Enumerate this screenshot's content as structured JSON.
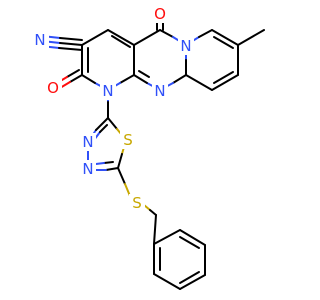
{
  "colors": {
    "carbon": "#000000",
    "nitrogen": "#3050f8",
    "oxygen": "#ff0d0d",
    "sulfur": "#c8a800",
    "background": "#ffffff"
  },
  "atoms": {
    "cyano_n": "N",
    "ring_o_top": "O",
    "ring_o_left": "O",
    "n1": "N",
    "n_bridge": "N",
    "n_ring": "N",
    "thiadiazole_s": "S",
    "thiadiazole_n1": "N",
    "thiadiazole_n2": "N",
    "thioether_s": "S"
  }
}
